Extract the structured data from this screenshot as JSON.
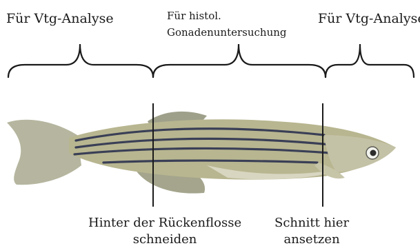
{
  "labels": {
    "top_left": "Für Vtg-Analyse",
    "top_middle_line1": "Für histol.",
    "top_middle_line2": "Gonadenuntersuchung",
    "top_right": "Für Vtg-Analyse",
    "bottom_left_line1": "Hinter der Rückenflosse",
    "bottom_left_line2": "schneiden",
    "bottom_right_line1": "Schnitt hier",
    "bottom_right_line2": "ansetzen"
  },
  "subject": "zebrafish",
  "colors": {
    "lines": "#1a1a1a",
    "fish_body": "#b8b690",
    "fish_stripes": "#3a3f56"
  }
}
